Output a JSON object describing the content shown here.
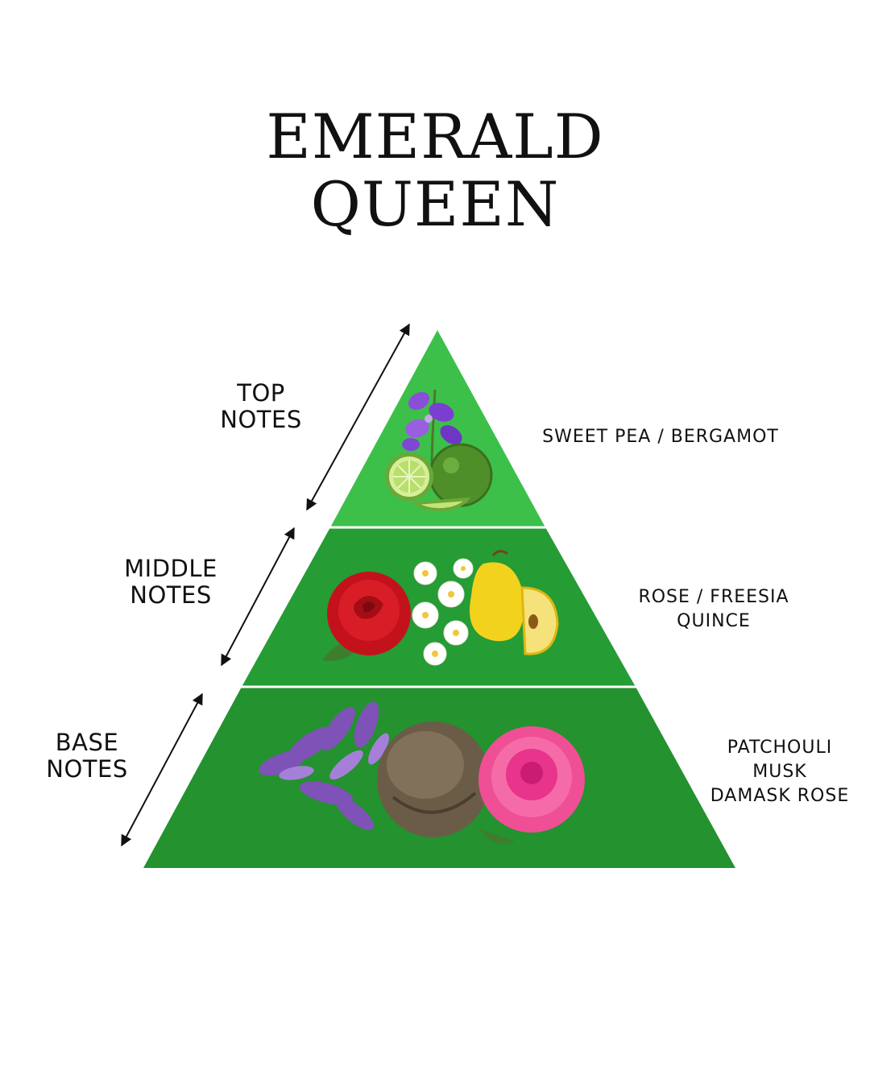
{
  "title": {
    "line1": "EMERALD",
    "line2": "QUEEN"
  },
  "colors": {
    "top_tier": "#3cc04a",
    "middle_tier": "#259c34",
    "base_tier": "#23922f",
    "divider": "#ffffff",
    "arrow": "#111111"
  },
  "tiers": [
    {
      "id": "top",
      "label_lines": [
        "TOP",
        "NOTES"
      ],
      "notes_lines": [
        "SWEET PEA / BERGAMOT"
      ],
      "icons": [
        "sweet-pea-icon",
        "lime-icon",
        "bergamot-icon"
      ]
    },
    {
      "id": "middle",
      "label_lines": [
        "MIDDLE",
        "NOTES"
      ],
      "notes_lines": [
        "ROSE / FREESIA",
        "QUINCE"
      ],
      "icons": [
        "rose-icon",
        "freesia-icon",
        "quince-icon"
      ]
    },
    {
      "id": "base",
      "label_lines": [
        "BASE",
        "NOTES"
      ],
      "notes_lines": [
        "PATCHOULI",
        "MUSK",
        "DAMASK ROSE"
      ],
      "icons": [
        "lavender-patchouli-icon",
        "musk-pod-icon",
        "damask-rose-icon"
      ]
    }
  ]
}
